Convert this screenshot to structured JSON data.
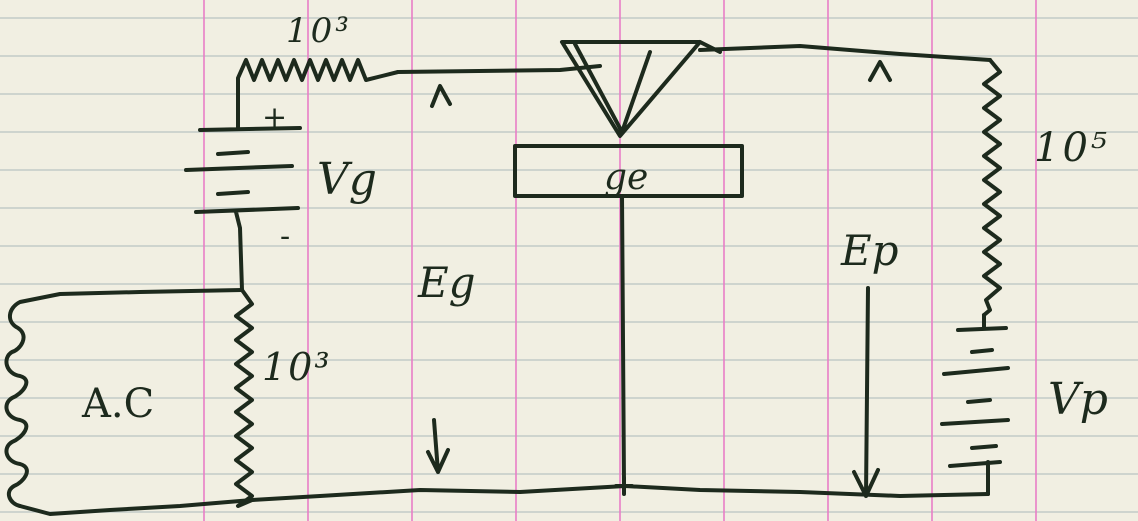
{
  "labels": {
    "grid_resistor": "10³",
    "grid_battery": "Vg",
    "grid_battery_plus": "+",
    "grid_battery_minus": "-",
    "crystal": "ge",
    "plate_resistor": "10⁵",
    "grid_voltage": "Eg",
    "plate_voltage": "Ep",
    "input_resistor": "10³",
    "source": "A.C",
    "plate_battery": "Vp"
  },
  "colors": {
    "paper": "#f1efe2",
    "ink": "#1d2a1d",
    "ruled_line": "#c3ccc8",
    "margin_line": "#e87ec6"
  }
}
